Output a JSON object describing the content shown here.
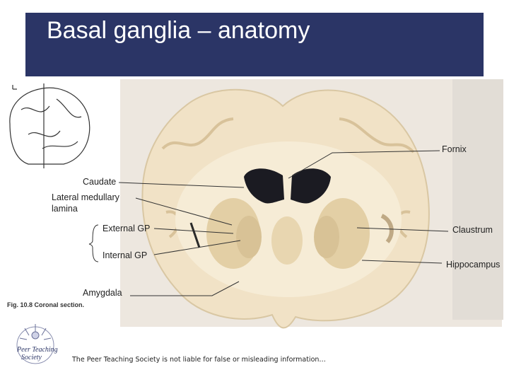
{
  "slide": {
    "title": "Basal ganglia – anatomy"
  },
  "labels": {
    "fornix": "Fornix",
    "caudate": "Caudate",
    "lateral_medullary_lamina_line1": "Lateral medullary",
    "lateral_medullary_lamina_line2": "lamina",
    "external_gp": "External GP",
    "internal_gp": "Internal GP",
    "claustrum": "Claustrum",
    "hippocampus": "Hippocampus",
    "amygdala": "Amygdala"
  },
  "figure_caption": "Fig. 10.8  Coronal section.",
  "logo": {
    "line1": "Peer Teaching",
    "line2": "Society"
  },
  "disclaimer": "The Peer Teaching Society is not liable for false or misleading information…",
  "colors": {
    "title_bar": "#2b3566",
    "title_text": "#ffffff",
    "brain_tissue": "#f1e2c6",
    "ventricle": "#1b1b22"
  }
}
